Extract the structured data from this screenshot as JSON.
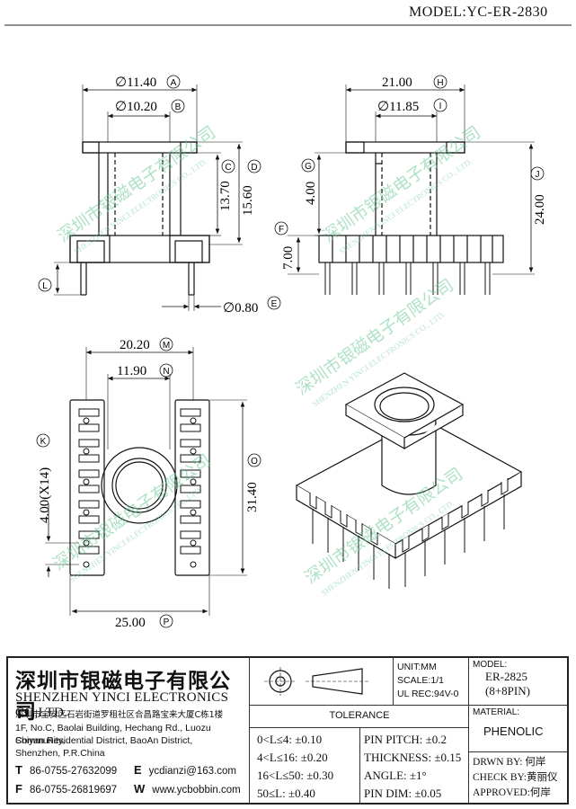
{
  "model_title": "MODEL:YC-ER-2830",
  "dimensions": {
    "A": {
      "value": "∅11.40",
      "letter": "A"
    },
    "B": {
      "value": "∅10.20",
      "letter": "B"
    },
    "C": {
      "value": "13.70",
      "letter": "C"
    },
    "D": {
      "value": "15.60",
      "letter": "D"
    },
    "E": {
      "value": "∅0.80",
      "letter": "E"
    },
    "L": {
      "letter": "L"
    },
    "H": {
      "value": "21.00",
      "letter": "H"
    },
    "I": {
      "value": "∅11.85",
      "letter": "I"
    },
    "G": {
      "value": "4.00",
      "letter": "G"
    },
    "J": {
      "value": "24.00",
      "letter": "J"
    },
    "F": {
      "value": "7.00",
      "letter": "F"
    },
    "M": {
      "value": "20.20",
      "letter": "M"
    },
    "N": {
      "value": "11.90",
      "letter": "N"
    },
    "K": {
      "value": "4.00(X14)",
      "letter": "K"
    },
    "O": {
      "value": "31.40",
      "letter": "O"
    },
    "P": {
      "value": "25.00",
      "letter": "P"
    }
  },
  "watermark": {
    "cn": "深圳市银磁电子有限公司",
    "en": "SHENZHEN YINCI ELECTRONICS CO., LTD."
  },
  "title_block": {
    "company_cn": "深圳市银磁电子有限公司",
    "company_en": "SHENZHEN YINCI ELECTRONICS CO,LTD.",
    "address_cn": "深圳市宝安区石岩街道罗租社区合昌路宝来大厦C栋1楼",
    "address_en_1": "1F, No.C, Baolai Building, Hechang Rd., Luozu Community,",
    "address_en_2": "Shiyan Residential District, BaoAn District,",
    "address_en_3": "Shenzhen, P.R.China",
    "tel_label": "T",
    "tel": "86-0755-27632099",
    "fax_label": "F",
    "fax": "86-0755-26819697",
    "email_label": "E",
    "email": "ycdianzi@163.com",
    "web_label": "W",
    "web": "www.ycbobbin.com",
    "unit": "UNIT:MM",
    "scale": "SCALE:1/1",
    "ul_rec": "UL REC:94V-0",
    "model_label": "MODEL:",
    "model_value": "ER-2825",
    "model_pins": "(8+8PIN)",
    "tolerance_title": "TOLERANCE",
    "tolerances_left": [
      "0<L≤4: ±0.10",
      "4<L≤16: ±0.20",
      "16<L≤50: ±0.30",
      "50≤L: ±0.40"
    ],
    "tolerances_right": [
      "PIN PITCH: ±0.2",
      "THICKNESS: ±0.15",
      "ANGLE: ±1°",
      "PIN DIM: ±0.05"
    ],
    "material_label": "MATERIAL:",
    "material_value": "PHENOLIC",
    "drawn_by": "DRWN BY: 何岸",
    "check_by": "CHECK BY:黄丽仪",
    "approved": "APPROVED:何岸"
  }
}
